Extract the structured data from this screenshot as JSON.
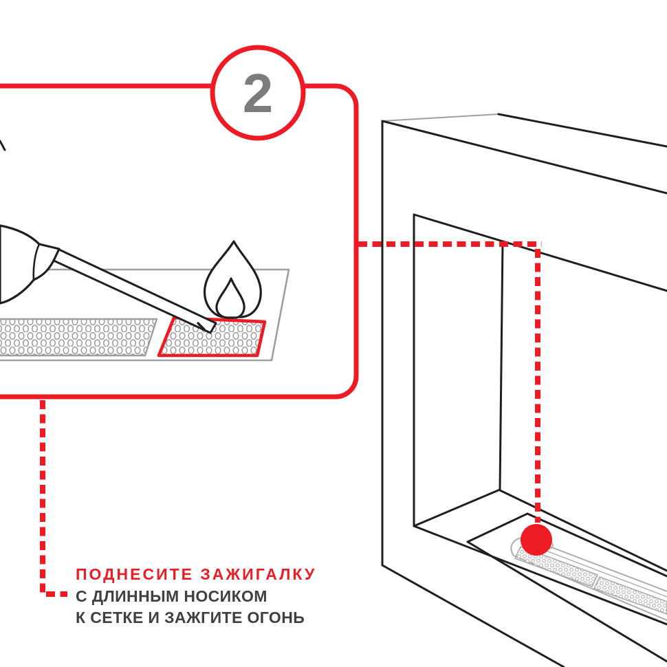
{
  "step": {
    "number": "2"
  },
  "caption": {
    "line1": "ПОДНЕСИТЕ ЗАЖИГАЛКУ",
    "line2": "С ДЛИННЫМ НОСИКОМ",
    "line3": "К СЕТКЕ И ЗАЖГИТЕ ОГОНЬ"
  },
  "colors": {
    "accent_red": "#ed1c24",
    "text_dark": "#404041",
    "step_gray": "#7c7c7d",
    "line_black": "#1f1f1f",
    "line_gray": "#9e9e9e"
  },
  "icons": {
    "flame": "flame-icon",
    "lighter": "long-nose-lighter-icon",
    "burner_mesh": "burner-mesh-icon",
    "fireplace": "fireplace-insert-drawing"
  }
}
